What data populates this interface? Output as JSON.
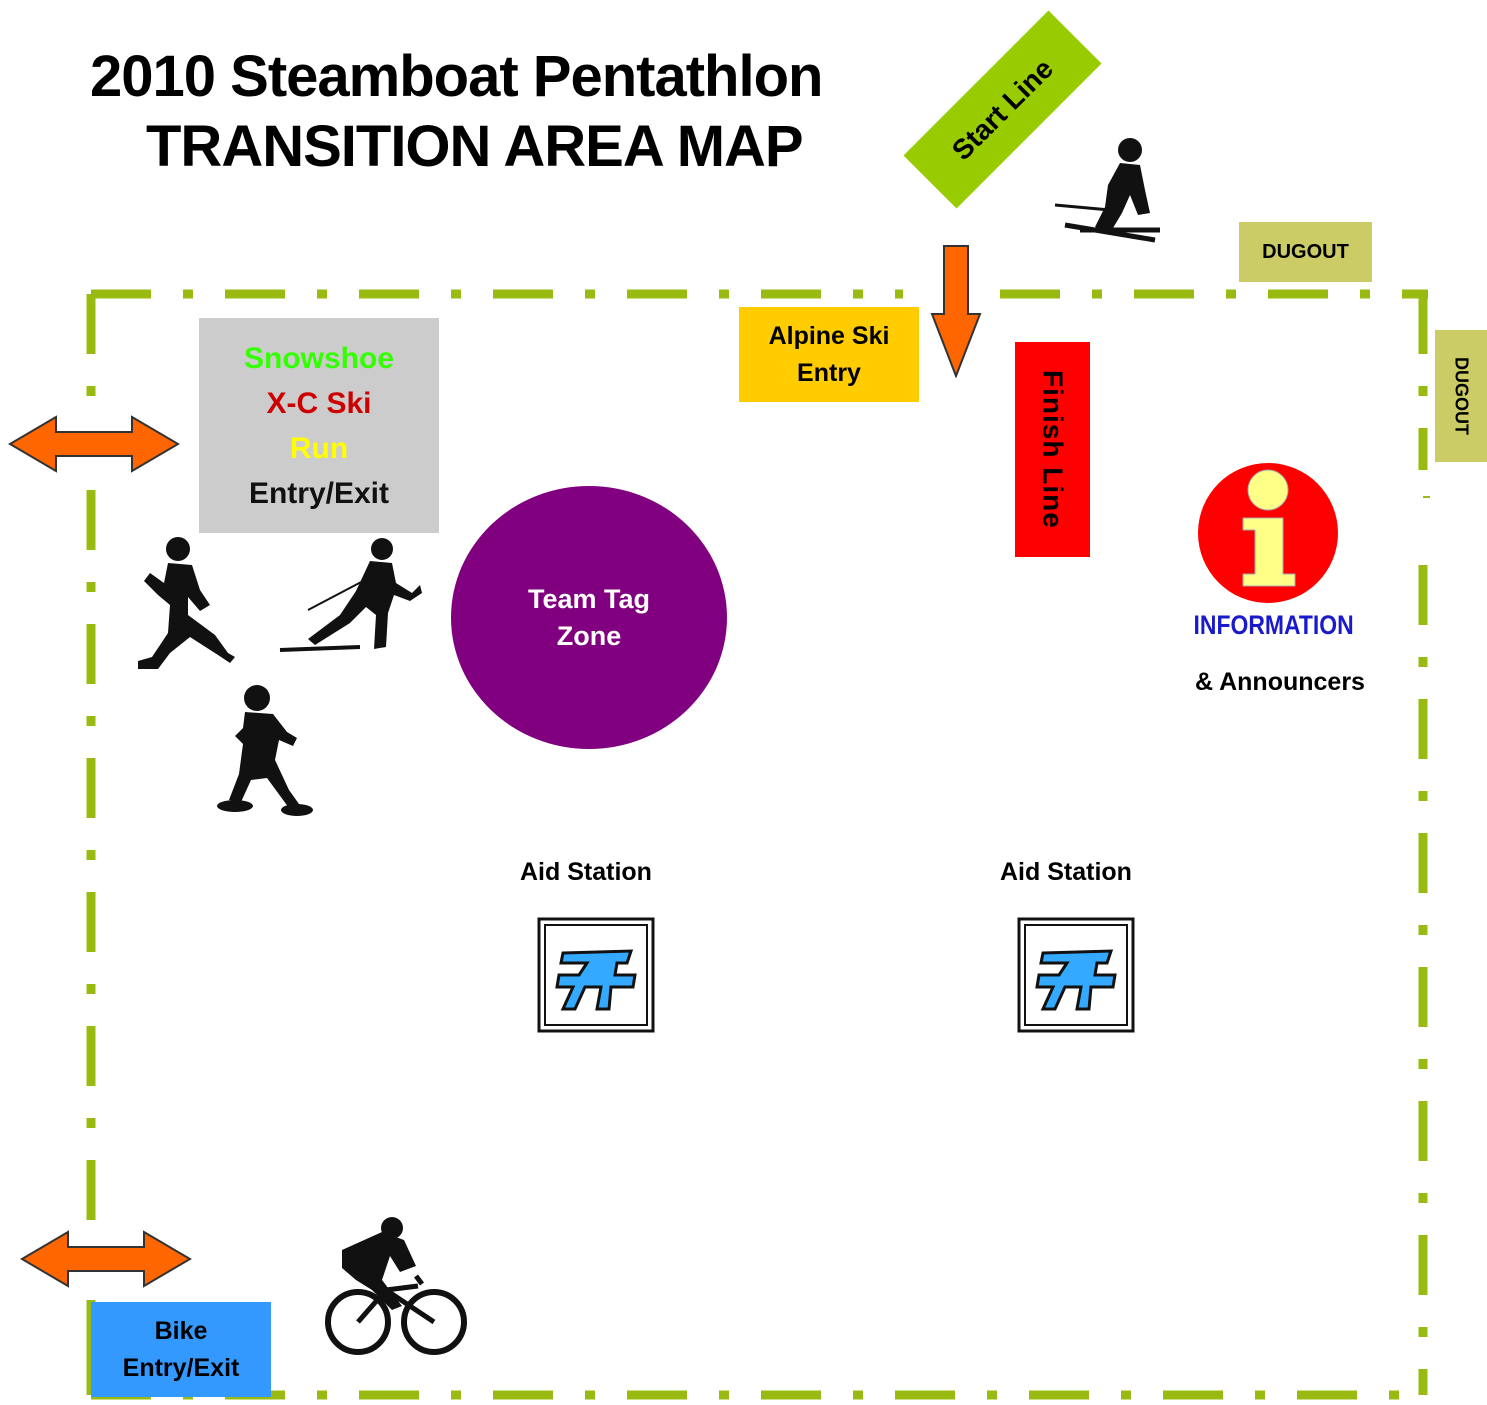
{
  "title": {
    "line1": "2010 Steamboat Pentathlon",
    "line2": "TRANSITION AREA MAP"
  },
  "labels": {
    "start_line": "Start Line",
    "finish_line": "Finish Line",
    "alpine_line1": "Alpine Ski",
    "alpine_line2": "Entry",
    "dugout_top": "DUGOUT",
    "dugout_side": "DUGOUT",
    "snowshoe": "Snowshoe",
    "xc_ski": "X-C Ski",
    "run": "Run",
    "entry_exit": "Entry/Exit",
    "team_tag_line1": "Team Tag",
    "team_tag_line2": "Zone",
    "aid_station_1": "Aid Station",
    "aid_station_2": "Aid Station",
    "information": "INFORMATION",
    "announcers": "& Announcers",
    "bike_line1": "Bike",
    "bike_line2": "Entry/Exit"
  },
  "colors": {
    "border": "#99bb11",
    "arrow": "#ff6600",
    "snowshoe": "#33ff00",
    "xc_ski": "#cc0000",
    "run": "#ffff00",
    "team_tag": "#800080",
    "info_circle": "#ff0000",
    "info_glyph": "#ffff88",
    "picnic_icon": "#33aaff"
  },
  "icons": [
    "skier-icon",
    "runner-icon",
    "xc-skier-icon",
    "snowshoer-icon",
    "cyclist-icon",
    "picnic-table-icon",
    "information-icon",
    "double-arrow-icon",
    "down-arrow-icon"
  ]
}
